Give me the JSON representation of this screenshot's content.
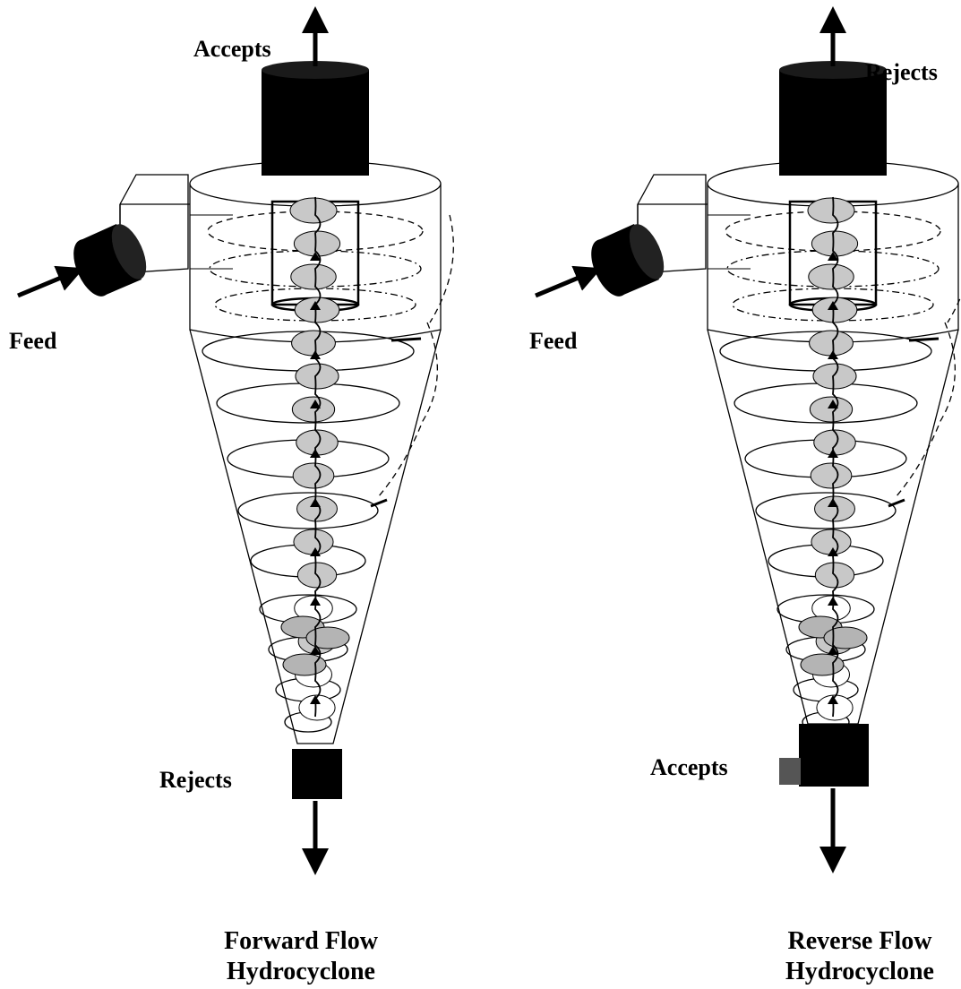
{
  "forward": {
    "top_label": "Accepts",
    "bottom_label": "Rejects",
    "feed_label": "Feed",
    "caption_line1": "Forward Flow",
    "caption_line2": "Hydrocyclone"
  },
  "reverse": {
    "top_label": "Rejects",
    "bottom_label": "Accepts",
    "feed_label": "Feed",
    "caption_line1": "Reverse Flow",
    "caption_line2": "Hydrocyclone"
  }
}
